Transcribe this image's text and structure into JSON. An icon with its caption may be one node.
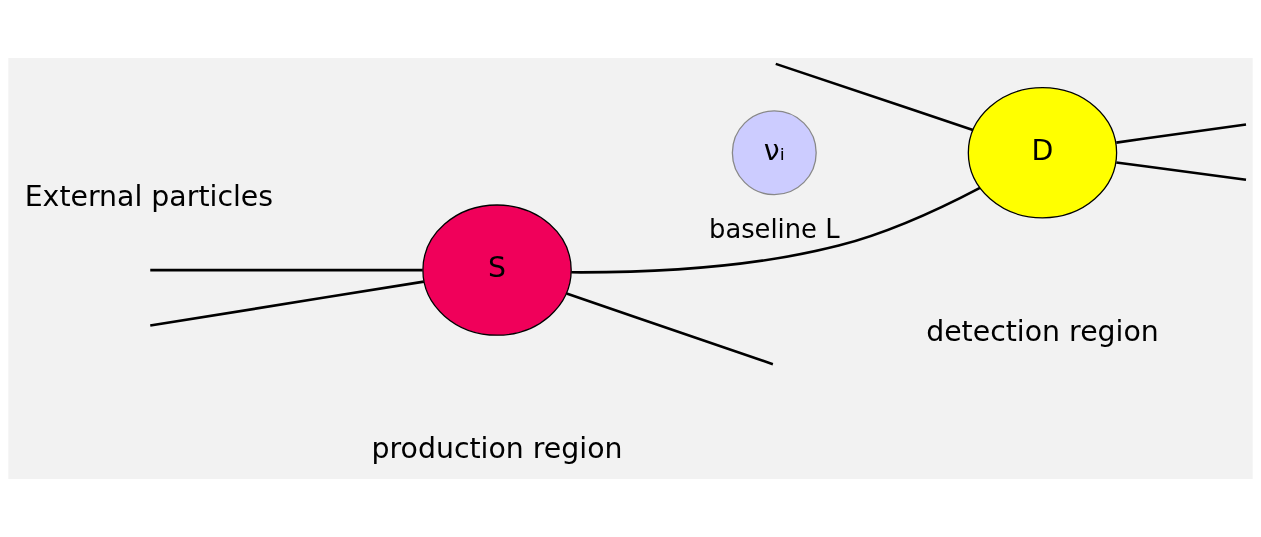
{
  "diagram": {
    "nodes": [
      {
        "text": [
          "S"
        ],
        "beside": [
          "production region"
        ]
      },
      {
        "text": [
          "νᵢ"
        ]
      },
      {
        "text": [
          "D"
        ],
        "beside": [
          "detection region"
        ]
      }
    ],
    "edges": [
      {
        "from": null,
        "to": 0,
        "arrow": "none"
      },
      {
        "from": null,
        "to": 0,
        "arrow": "none"
      },
      {
        "from": 0,
        "to": null,
        "arrow": "none"
      },
      {
        "from": 0,
        "to": 2,
        "arrow": "none",
        "label": "baseline L"
      },
      {
        "from": null,
        "to": 2,
        "arrow": "none"
      },
      {
        "from": 2,
        "to": null,
        "arrow": "none"
      },
      {
        "from": 2,
        "to": null,
        "arrow": "none"
      }
    ],
    "labels": [
      "External particles"
    ]
  }
}
